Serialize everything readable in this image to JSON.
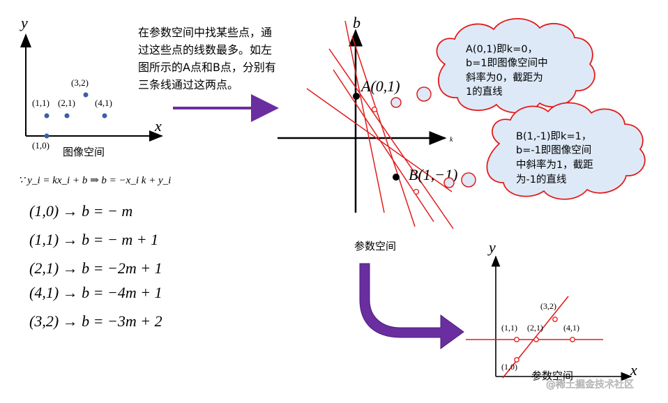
{
  "image_space": {
    "y_label": "y",
    "x_label": "x",
    "points": [
      "(1,1)",
      "(2,1)",
      "(3,2)",
      "(4,1)",
      "(1,0)"
    ],
    "caption": "图像空间"
  },
  "description": {
    "lines": [
      "在参数空间中找某些点，通",
      "过这些点的线数最多。如左",
      "图所示的A点和B点，分别有",
      "三条线通过这两点。"
    ]
  },
  "formula": {
    "main": "∵ y_i = kx_i + b    ⇒    b = −x_i k + y_i",
    "rows": [
      "(1,0) → b = − m",
      "(1,1) → b = − m + 1",
      "(2,1) → b = −2m + 1",
      "(4,1) → b = −4m + 1",
      "(3,2) → b = −3m + 2"
    ]
  },
  "param_space": {
    "b_label": "b",
    "k_label": "k",
    "point_a": "A(0,1)",
    "point_b": "B(1,−1)",
    "caption": "参数空间"
  },
  "cloud_a": {
    "lines": [
      "A(0,1)即k=0，",
      "b=1即图像空间中",
      "斜率为0，截距为",
      "1的直线"
    ]
  },
  "cloud_b": {
    "lines": [
      "B(1,-1)即k=1，",
      "b=-1即图像空间",
      "中斜率为1，截距",
      "为-1的直线"
    ]
  },
  "result_space": {
    "y_label": "y",
    "x_label": "x",
    "points": [
      "(3,2)",
      "(1,1)",
      "(2,1)",
      "(4,1)",
      "(1,0)"
    ],
    "caption": "参数空间"
  },
  "watermark": "@稀土掘金技术社区",
  "colors": {
    "axis": "#000000",
    "point": "#3b5ea8",
    "red": "#e31b1b",
    "arrow": "#6a2ea0",
    "cloud_fill": "#dde9f7",
    "cloud_stroke": "#e31b1b"
  }
}
